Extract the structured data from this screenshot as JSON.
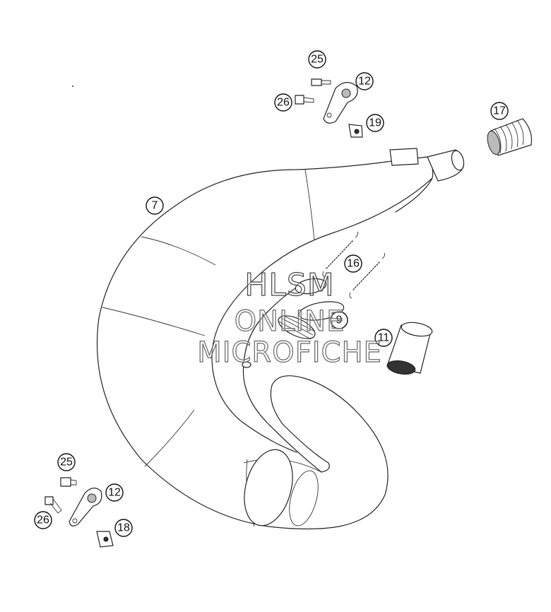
{
  "diagram": {
    "callouts": [
      {
        "id": "c25a",
        "label": "25"
      },
      {
        "id": "c12a",
        "label": "12"
      },
      {
        "id": "c26a",
        "label": "26"
      },
      {
        "id": "c19",
        "label": "19"
      },
      {
        "id": "c17",
        "label": "17"
      },
      {
        "id": "c7",
        "label": "7"
      },
      {
        "id": "c16",
        "label": "16"
      },
      {
        "id": "c9",
        "label": "9"
      },
      {
        "id": "c11",
        "label": "11"
      },
      {
        "id": "c25b",
        "label": "25"
      },
      {
        "id": "c12b",
        "label": "12"
      },
      {
        "id": "c26b",
        "label": "26"
      },
      {
        "id": "c18",
        "label": "18"
      }
    ]
  },
  "watermark": {
    "line1": "HLSM",
    "line2": "ONLINE",
    "line3": "MICROFICHE"
  }
}
